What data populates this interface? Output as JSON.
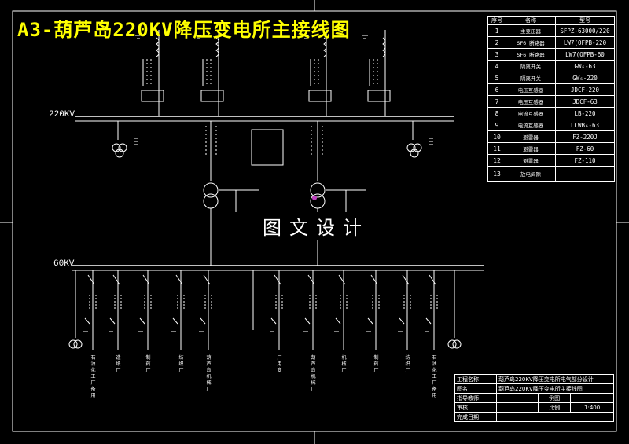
{
  "title": "A3-葫芦岛220KV降压变电所主接线图",
  "watermark": "图文设计",
  "buses": {
    "hv_label": "220KV",
    "mv_label": "60KV"
  },
  "legend": {
    "headers": [
      "序号",
      "名称",
      "型号"
    ],
    "rows": [
      {
        "no": "1",
        "name": "主变压器",
        "model": "SFPZ-63000/220"
      },
      {
        "no": "2",
        "name": "SF6 断路器",
        "model": "LW7(OFPB-220"
      },
      {
        "no": "3",
        "name": "SF6 断路器",
        "model": "LW7(OFPB-60"
      },
      {
        "no": "4",
        "name": "隔离开关",
        "model": "GW₆-63"
      },
      {
        "no": "5",
        "name": "隔离开关",
        "model": "GW₆-220"
      },
      {
        "no": "6",
        "name": "电压互感器",
        "model": "JDCF-220"
      },
      {
        "no": "7",
        "name": "电压互感器",
        "model": "JDCF-63"
      },
      {
        "no": "8",
        "name": "电流互感器",
        "model": "LB-220"
      },
      {
        "no": "9",
        "name": "电流互感器",
        "model": "LCWB₆-63"
      },
      {
        "no": "10",
        "name": "避雷器",
        "model": "FZ-220J"
      },
      {
        "no": "11",
        "name": "避雷器",
        "model": "FZ-60"
      },
      {
        "no": "12",
        "name": "避雷器",
        "model": "FZ-110"
      },
      {
        "no": "13",
        "name": "放电间隙",
        "model": ""
      }
    ]
  },
  "title_block": {
    "project_label": "工程名称",
    "project_value": "葫芦岛220KV降压变电所电气部分设计",
    "drawing_label": "图名",
    "drawing_value": "葫芦岛220KV降压变电所主接线图",
    "advisor_label": "指导教师",
    "scale_ref_label": "例图",
    "review_label": "审核",
    "scale_label": "比例",
    "scale_value": "1:400",
    "date_label": "完成日期"
  },
  "feeders": [
    "石油化工厂备用",
    "造纸厂",
    "制药厂",
    "纺织厂",
    "葫芦岛机械厂",
    "厂用变",
    "葫芦岛机械厂",
    "机械厂",
    "制药厂",
    "纺织厂",
    "石油化工厂备用"
  ]
}
